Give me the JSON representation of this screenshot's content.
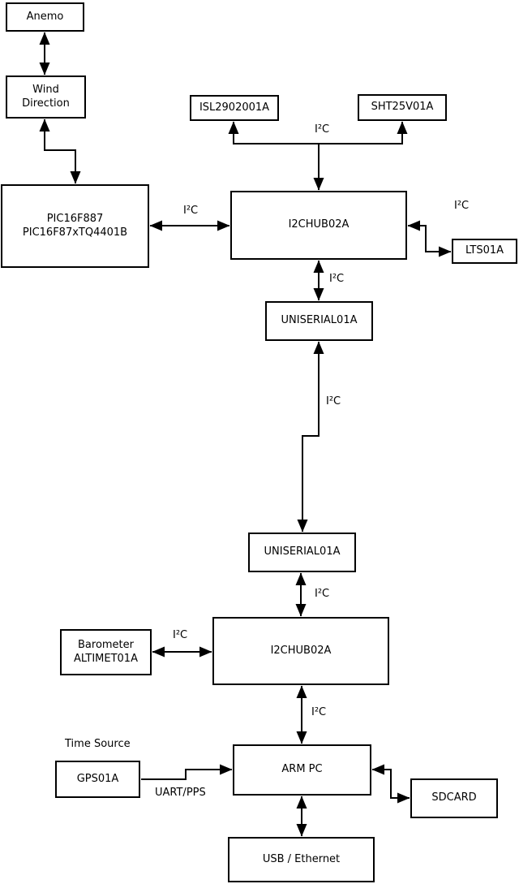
{
  "diagram_type": "hardware-block-diagram",
  "nodes": {
    "anemo": {
      "label": "Anemo"
    },
    "wind_direction": {
      "label": "Wind\nDirection"
    },
    "pic": {
      "label": "PIC16F887\nPIC16F87xTQ4401B"
    },
    "isl": {
      "label": "ISL2902001A"
    },
    "sht": {
      "label": "SHT25V01A"
    },
    "i2chub_top": {
      "label": "I2CHUB02A"
    },
    "lts": {
      "label": "LTS01A"
    },
    "uniserial_top": {
      "label": "UNISERIAL01A"
    },
    "uniserial_bottom": {
      "label": "UNISERIAL01A"
    },
    "i2chub_bottom": {
      "label": "I2CHUB02A"
    },
    "barometer": {
      "label": "Barometer\nALTIMET01A"
    },
    "arm_pc": {
      "label": "ARM PC"
    },
    "gps": {
      "label": "GPS01A"
    },
    "sdcard": {
      "label": "SDCARD"
    },
    "usb_ethernet": {
      "label": "USB / Ethernet"
    }
  },
  "edge_labels": {
    "i2c_pic_hub": "I²C",
    "i2c_sensor_bus": "I²C",
    "i2c_lts": "I²C",
    "i2c_hub_uniserial": "I²C",
    "i2c_long_link": "I²C",
    "i2c_uniserial_hub2": "I²C",
    "i2c_barometer": "I²C",
    "i2c_hub2_armpc": "I²C",
    "time_source": "Time Source",
    "uart_pps": "UART/PPS"
  },
  "colors": {
    "background": "#ffffff",
    "line": "#000000",
    "box_border": "#000000",
    "box_fill": "#ffffff",
    "text": "#000000"
  }
}
